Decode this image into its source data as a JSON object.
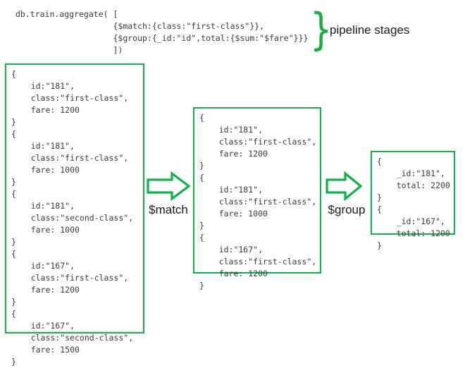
{
  "code": {
    "lines": [
      "db.train.aggregate( [",
      "                    {$match:{class:\"first-class\"}},",
      "                    {$group:{_id:\"id\",total:{$sum:\"$fare\"}}}",
      "                    ])"
    ],
    "full_text": "db.train.aggregate( [\n                    {$match:{class:\"first-class\"}},\n                    {$group:{_id:\"id\",total:{$sum:\"$fare\"}}}\n                    ])"
  },
  "annotation": {
    "brace_glyph": "}",
    "label": "pipeline stages"
  },
  "boxes": {
    "input": {
      "title": "input-documents",
      "text": "{\n    id:\"181\",\n    class:\"first-class\",\n    fare: 1200\n}\n{\n    id:\"181\",\n    class:\"first-class\",\n    fare: 1000\n}\n{\n    id:\"181\",\n    class:\"second-class\",\n    fare: 1000\n}\n{\n    id:\"167\",\n    class:\"first-class\",\n    fare: 1200\n}\n{\n    id:\"167\",\n    class:\"second-class\",\n    fare: 1500\n}",
      "documents": [
        {
          "id": "181",
          "class": "first-class",
          "fare": 1200
        },
        {
          "id": "181",
          "class": "first-class",
          "fare": 1000
        },
        {
          "id": "181",
          "class": "second-class",
          "fare": 1000
        },
        {
          "id": "167",
          "class": "first-class",
          "fare": 1200
        },
        {
          "id": "167",
          "class": "second-class",
          "fare": 1500
        }
      ]
    },
    "match": {
      "title": "match-stage-output",
      "text": "{\n    id:\"181\",\n    class:\"first-class\",\n    fare: 1200\n}\n{\n    id:\"181\",\n    class:\"first-class\",\n    fare: 1000\n}\n{\n    id:\"167\",\n    class:\"first-class\",\n    fare: 1200\n}",
      "documents": [
        {
          "id": "181",
          "class": "first-class",
          "fare": 1200
        },
        {
          "id": "181",
          "class": "first-class",
          "fare": 1000
        },
        {
          "id": "167",
          "class": "first-class",
          "fare": 1200
        }
      ]
    },
    "group": {
      "title": "group-stage-output",
      "text": "{\n    _id:\"181\",\n    total: 2200\n}\n{\n    _id:\"167\",\n    total: 1200\n}",
      "documents": [
        {
          "_id": "181",
          "total": 2200
        },
        {
          "_id": "167",
          "total": 1200
        }
      ]
    }
  },
  "arrows": {
    "match": {
      "icon": "right-block-arrow-icon",
      "label": "$match"
    },
    "group": {
      "icon": "right-block-arrow-icon",
      "label": "$group"
    }
  },
  "colors": {
    "green_border": "#12b24a",
    "green_arrow": "#12b24a",
    "green_brace": "#1aaf3c",
    "code_text": "#3b3b3b",
    "label_text": "#1a1a1a",
    "background": "#ffffff"
  }
}
